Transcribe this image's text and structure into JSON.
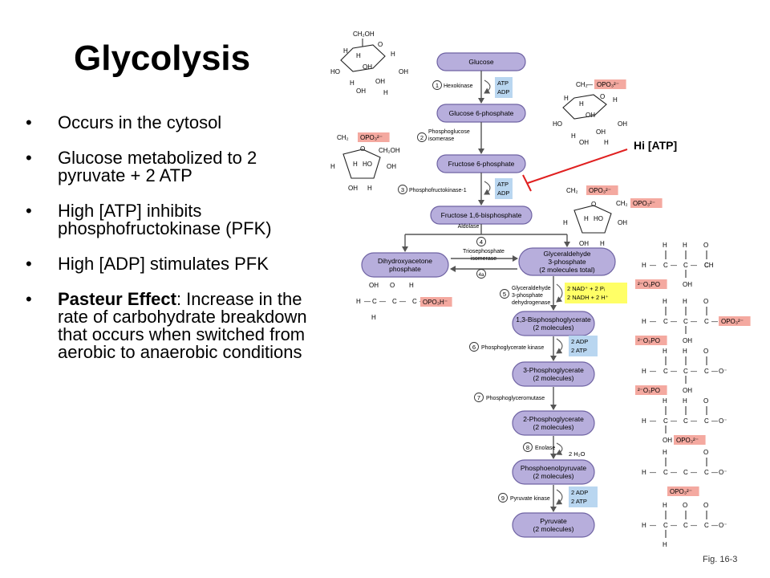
{
  "title": "Glycolysis",
  "bullets": [
    {
      "bold": "",
      "text": "Occurs in the cytosol"
    },
    {
      "bold": "",
      "text": "Glucose metabolized to 2 pyruvate + 2 ATP"
    },
    {
      "bold": "",
      "text": "High [ATP] inhibits phosphofructokinase (PFK)"
    },
    {
      "bold": "",
      "text": "High [ADP] stimulates PFK"
    },
    {
      "bold": "Pasteur Effect",
      "text": ": Increase in the rate of carbohydrate breakdown that occurs when switched from aerobic to anaerobic conditions"
    }
  ],
  "pathway": {
    "compounds": {
      "glucose": [
        "Glucose"
      ],
      "g6p": [
        "Glucose 6-phosphate"
      ],
      "f6p": [
        "Fructose 6-phosphate"
      ],
      "f16bp": [
        "Fructose 1,6-bisphosphate"
      ],
      "dhap": [
        "Dihydroxyacetone",
        "phosphate"
      ],
      "gap": [
        "Glyceraldehyde",
        "3-phosphate",
        "(2 molecules total)"
      ],
      "bpg": [
        "1,3-Bisphosphoglycerate",
        "(2 molecules)"
      ],
      "pg3": [
        "3-Phosphoglycerate",
        "(2 molecules)"
      ],
      "pg2": [
        "2-Phosphoglycerate",
        "(2 molecules)"
      ],
      "pep": [
        "Phosphoenolpyruvate",
        "(2 molecules)"
      ],
      "pyruvate": [
        "Pyruvate",
        "(2 molecules)"
      ]
    },
    "steps": [
      {
        "num": "1",
        "enzyme": [
          "Hexokinase"
        ],
        "cofactors": [
          "ATP",
          "ADP"
        ],
        "color": "#b9d6f0"
      },
      {
        "num": "2",
        "enzyme": [
          "Phosphoglucose",
          "isomerase"
        ],
        "cofactors": [],
        "color": ""
      },
      {
        "num": "3",
        "enzyme": [
          "Phosphofructokinase-1"
        ],
        "cofactors": [
          "ATP",
          "ADP"
        ],
        "color": "#b9d6f0"
      },
      {
        "num": "4",
        "enzyme": [
          "Aldolase"
        ],
        "cofactors": [],
        "color": ""
      },
      {
        "num": "4a",
        "enzyme": [
          "Triosephosphate",
          "isomerase"
        ],
        "cofactors": [],
        "color": ""
      },
      {
        "num": "5",
        "enzyme": [
          "Glyceraldehyde",
          "3-phosphate",
          "dehydrogenase"
        ],
        "cofactors": [
          "2 NAD⁺ + 2 Pᵢ",
          "2 NADH + 2 H⁺"
        ],
        "color": "#ffff66"
      },
      {
        "num": "6",
        "enzyme": [
          "Phosphoglycerate kinase"
        ],
        "cofactors": [
          "2 ADP",
          "2 ATP"
        ],
        "color": "#b9d6f0"
      },
      {
        "num": "7",
        "enzyme": [
          "Phosphoglyceromutase"
        ],
        "cofactors": [],
        "color": ""
      },
      {
        "num": "8",
        "enzyme": [
          "Enolase"
        ],
        "cofactors": [
          "2 H₂O"
        ],
        "color": ""
      },
      {
        "num": "9",
        "enzyme": [
          "Pyruvate kinase"
        ],
        "cofactors": [
          "2 ADP",
          "2 ATP"
        ],
        "color": "#b9d6f0"
      }
    ],
    "phosphate_labels": {
      "opo3": "OPO₃²⁻",
      "o3po": "²⁻O₃PO",
      "opo3h": "OPO₃H⁻"
    },
    "ring_labels": {
      "ch2oh": "CH₂OH",
      "ch2": "CH₂",
      "h": "H",
      "oh": "OH",
      "ho": "HO",
      "o": "O",
      "c": "C",
      "ch": "CH",
      "o_minus": "O⁻"
    }
  },
  "inhibition_label": "Hi [ATP]",
  "figure_caption": "Fig. 16-3",
  "colors": {
    "compound_fill": "#b7aedc",
    "compound_stroke": "#6f63a3",
    "phosphate_fill": "#f4a9a0",
    "atp_fill": "#b9d6f0",
    "nad_fill": "#ffff66",
    "inhibition": "#e02020"
  }
}
